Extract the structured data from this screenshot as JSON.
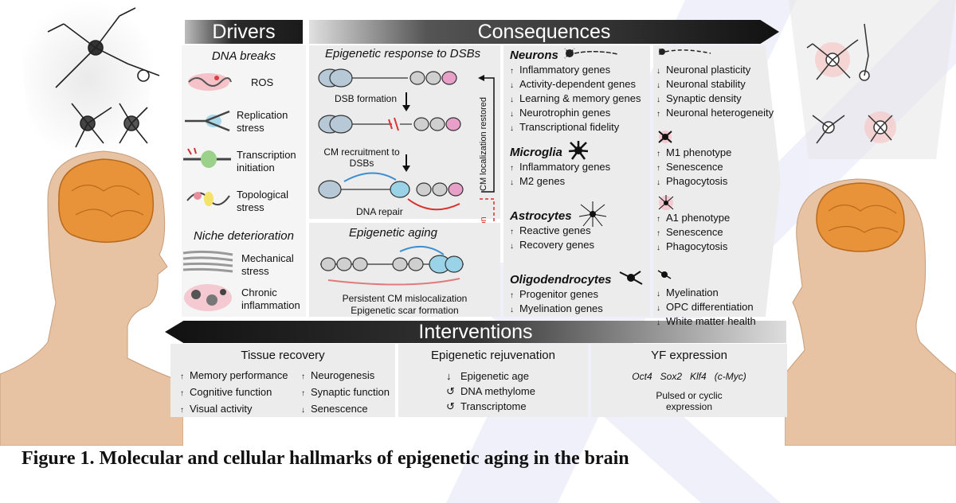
{
  "colors": {
    "brain": "#e8933a",
    "skin": "#e7c3a3",
    "red_dashed": "#d93030",
    "watermark": "#3a3ad0"
  },
  "banners": {
    "drivers": "Drivers",
    "consequences": "Consequences",
    "interventions": "Interventions"
  },
  "drivers": {
    "dna_breaks": {
      "title": "DNA breaks",
      "items": [
        {
          "label": "ROS",
          "icon": "ros-icon"
        },
        {
          "label": "Replication\nstress",
          "icon": "replication-fork-icon"
        },
        {
          "label": "Transcription\ninitiation",
          "icon": "transcription-icon"
        },
        {
          "label": "Topological\nstress",
          "icon": "topology-icon"
        }
      ]
    },
    "niche": {
      "title": "Niche deterioration",
      "items": [
        {
          "label": "Mechanical\nstress",
          "icon": "fiber-icon"
        },
        {
          "label": "Chronic\ninflammation",
          "icon": "immune-cells-icon"
        }
      ]
    }
  },
  "dsb": {
    "title": "Epigenetic response to DSBs",
    "step1": "DSB formation",
    "step2": "CM recruitment to\nDSBs",
    "step3": "DNA repair",
    "side_restored": "CM localization restored",
    "side_mislocalization": "CM mislocalization"
  },
  "aging": {
    "title": "Epigenetic aging",
    "line1": "Persistent CM mislocalization",
    "line2": "Epigenetic scar formation"
  },
  "cell_types": [
    {
      "name": "Neurons",
      "icon": "neuron-icon",
      "genes": [
        {
          "arrow": "up",
          "text": "Inflammatory genes"
        },
        {
          "arrow": "down",
          "text": "Activity-dependent genes"
        },
        {
          "arrow": "down",
          "text": "Learning & memory genes"
        },
        {
          "arrow": "down",
          "text": "Neurotrophin genes"
        },
        {
          "arrow": "down",
          "text": "Transcriptional fidelity"
        }
      ]
    },
    {
      "name": "Microglia",
      "icon": "microglia-icon",
      "genes": [
        {
          "arrow": "up",
          "text": "Inflammatory genes"
        },
        {
          "arrow": "down",
          "text": "M2 genes"
        }
      ]
    },
    {
      "name": "Astrocytes",
      "icon": "astrocyte-icon",
      "genes": [
        {
          "arrow": "up",
          "text": "Reactive genes"
        },
        {
          "arrow": "down",
          "text": "Recovery genes"
        }
      ]
    },
    {
      "name": "Oligodendrocytes",
      "icon": "oligodendrocyte-icon",
      "genes": [
        {
          "arrow": "up",
          "text": "Progenitor genes"
        },
        {
          "arrow": "down",
          "text": "Myelination genes"
        }
      ]
    }
  ],
  "outcomes": [
    {
      "icon": "neuron-small-icon",
      "items": [
        {
          "arrow": "down",
          "text": "Neuronal plasticity"
        },
        {
          "arrow": "down",
          "text": "Neuronal stability"
        },
        {
          "arrow": "down",
          "text": "Synaptic density"
        },
        {
          "arrow": "up",
          "text": "Neuronal heterogeneity"
        }
      ]
    },
    {
      "icon": "microglia-small-icon",
      "items": [
        {
          "arrow": "up",
          "text": "M1 phenotype"
        },
        {
          "arrow": "up",
          "text": "Senescence"
        },
        {
          "arrow": "down",
          "text": "Phagocytosis"
        }
      ]
    },
    {
      "icon": "astrocyte-small-icon",
      "items": [
        {
          "arrow": "up",
          "text": "A1 phenotype"
        },
        {
          "arrow": "up",
          "text": "Senescence"
        },
        {
          "arrow": "down",
          "text": "Phagocytosis"
        }
      ]
    },
    {
      "icon": "oligodendrocyte-small-icon",
      "items": [
        {
          "arrow": "down",
          "text": "Myelination"
        },
        {
          "arrow": "down",
          "text": "OPC differentiation"
        },
        {
          "arrow": "down",
          "text": "White matter health"
        }
      ]
    }
  ],
  "interventions": {
    "tissue": {
      "title": "Tissue recovery",
      "left": [
        {
          "arrow": "up",
          "text": "Memory performance"
        },
        {
          "arrow": "up",
          "text": "Cognitive function"
        },
        {
          "arrow": "up",
          "text": "Visual activity"
        }
      ],
      "right": [
        {
          "arrow": "up",
          "text": "Neurogenesis"
        },
        {
          "arrow": "up",
          "text": "Synaptic function"
        },
        {
          "arrow": "down",
          "text": "Senescence"
        }
      ]
    },
    "rejuvenation": {
      "title": "Epigenetic rejuvenation",
      "items": [
        {
          "icon": "down-arrow-icon",
          "text": "Epigenetic age"
        },
        {
          "icon": "reset-icon",
          "text": "DNA methylome"
        },
        {
          "icon": "reset-icon",
          "text": "Transcriptome"
        }
      ]
    },
    "yf": {
      "title": "YF expression",
      "factors": [
        "Oct4",
        "Sox2",
        "Klf4",
        "(c-Myc)"
      ],
      "note": "Pulsed or cyclic\nexpression"
    }
  },
  "caption": "Figure 1. Molecular and cellular hallmarks of epigenetic aging in the brain"
}
